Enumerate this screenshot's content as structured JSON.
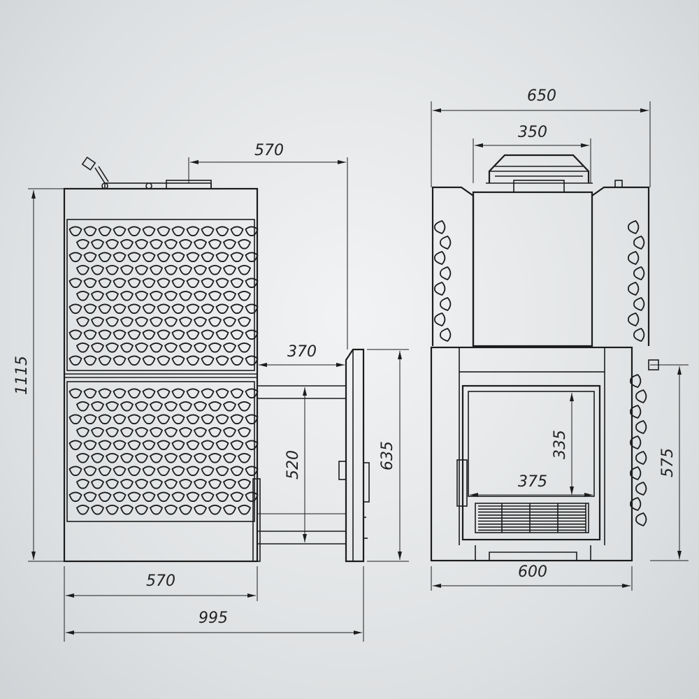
{
  "colors": {
    "line": "#1c1c1c",
    "background": "#e4e6e8"
  },
  "dimensions": {
    "side": {
      "top_depth": "570",
      "height_total": "1115",
      "firebox_protrusion": "370",
      "door_height": "520",
      "door_frame_height": "635",
      "body_depth": "570",
      "total_depth": "995"
    },
    "front": {
      "total_width": "650",
      "chimney_width": "350",
      "opening_height": "335",
      "opening_width": "375",
      "side_height": "575",
      "base_width": "600"
    }
  }
}
